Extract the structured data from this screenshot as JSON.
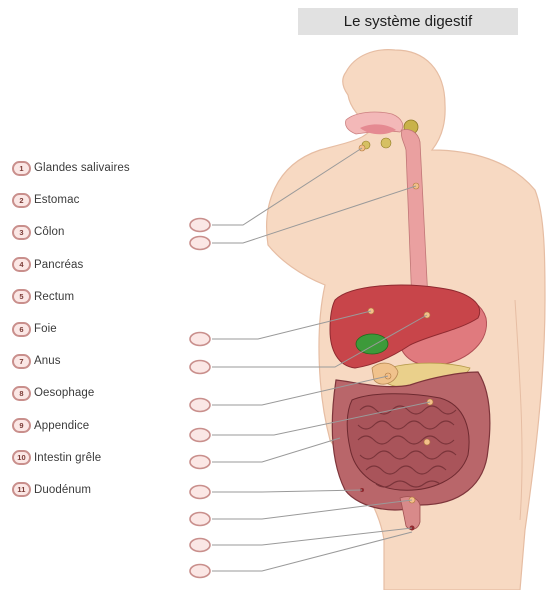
{
  "title": "Le système digestif",
  "legend": [
    {
      "num": "1",
      "label": "Glandes salivaires"
    },
    {
      "num": "2",
      "label": "Estomac"
    },
    {
      "num": "3",
      "label": "Côlon"
    },
    {
      "num": "4",
      "label": "Pancréas"
    },
    {
      "num": "5",
      "label": "Rectum"
    },
    {
      "num": "6",
      "label": "Foie"
    },
    {
      "num": "7",
      "label": "Anus"
    },
    {
      "num": "8",
      "label": "Oesophage"
    },
    {
      "num": "9",
      "label": "Appendice"
    },
    {
      "num": "10",
      "label": "Intestin grêle"
    },
    {
      "num": "11",
      "label": "Duodénum"
    }
  ],
  "callout_count": 11,
  "colors": {
    "skin": "#f7d9c2",
    "skin_outline": "#e6bda3",
    "liver": "#c8454a",
    "stomach": "#e07a7e",
    "intestine": "#a9545a",
    "gallbladder": "#3d9a3a",
    "pancreas": "#ead08b",
    "callout_line": "#9a9a9a",
    "legend_ring": "#c98f8c"
  }
}
